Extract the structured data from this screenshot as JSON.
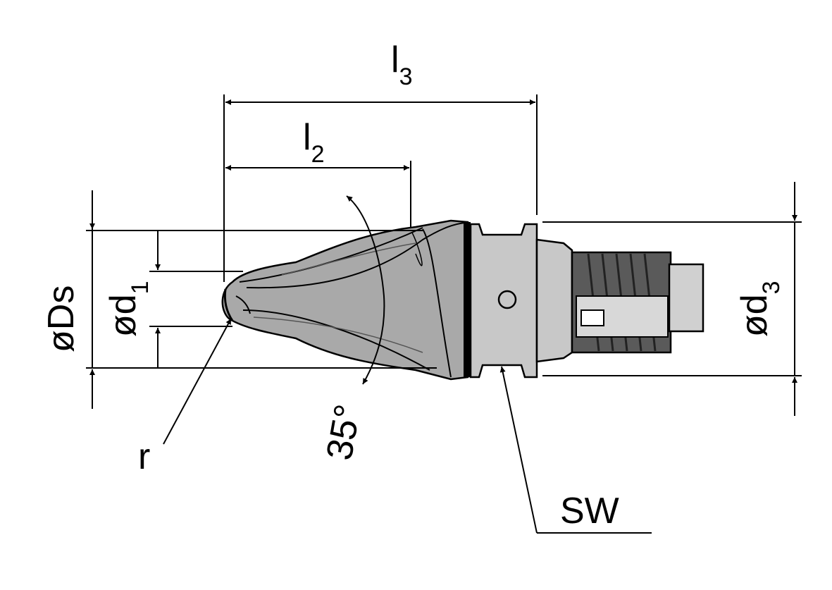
{
  "labels": {
    "l3_main": "l",
    "l3_sub": "3",
    "l2_main": "l",
    "l2_sub": "2",
    "ds": "øDs",
    "d1_main": "ød",
    "d1_sub": "1",
    "d3_main": "ød",
    "d3_sub": "3",
    "r": "r",
    "angle": "35°",
    "sw": "SW"
  },
  "colors": {
    "line": "#000000",
    "body_fill": "#a9a9a9",
    "body_dark": "#7a7a7a",
    "holder_fill": "#c8c8c8",
    "thread_fill": "#5a5a5a",
    "background": "#ffffff"
  }
}
